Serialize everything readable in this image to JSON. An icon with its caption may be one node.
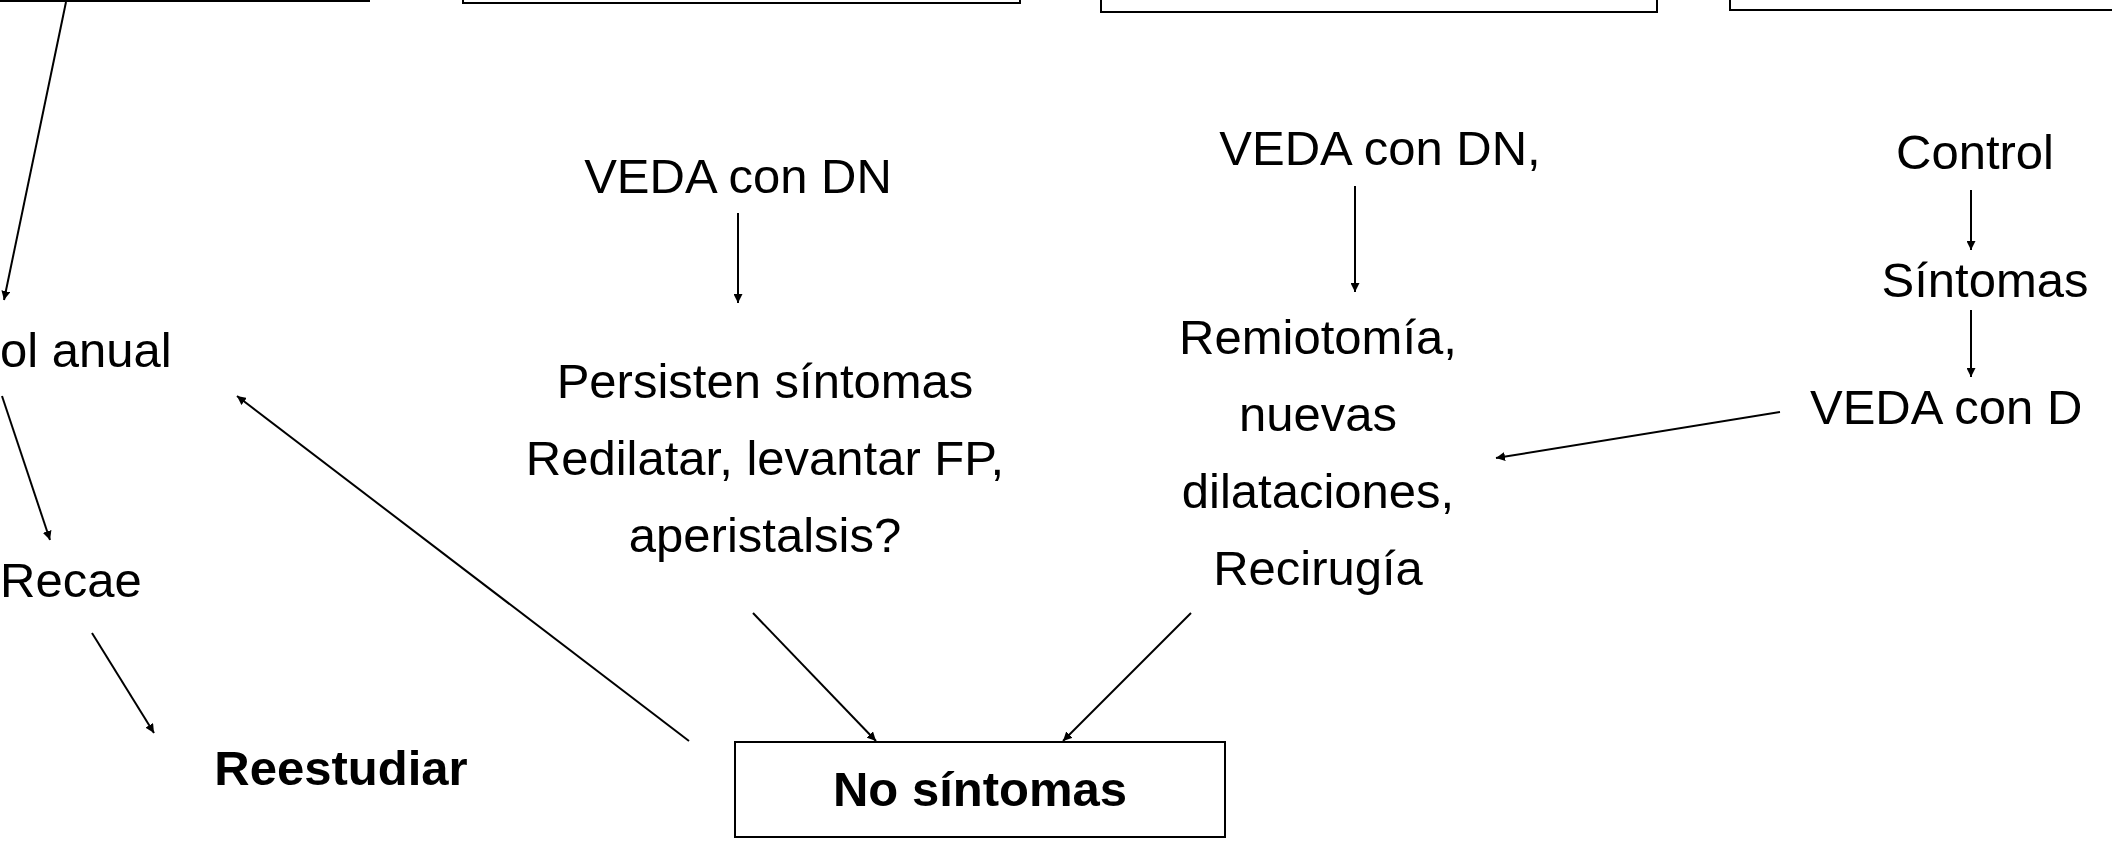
{
  "diagram": {
    "nodes": [
      {
        "text": [],
        "shape": "box"
      },
      {
        "text": [],
        "shape": "box"
      },
      {
        "text": [],
        "shape": "box"
      },
      {
        "text": [],
        "shape": "box"
      },
      {
        "text": [
          "ol anual"
        ]
      },
      {
        "text": [
          "Recae"
        ]
      },
      {
        "text": [
          "Reestudiar"
        ]
      },
      {
        "text": [
          "VEDA con DN"
        ]
      },
      {
        "text": [
          "Persisten síntomas",
          "Redilatar, levantar FP, aperistalsis?"
        ]
      },
      {
        "text": [
          "VEDA con DN,"
        ]
      },
      {
        "text": [
          "Remiotomía, nuevas dilataciones, Recirugía"
        ]
      },
      {
        "text": [
          "Control"
        ]
      },
      {
        "text": [
          "Síntomas"
        ]
      },
      {
        "text": [
          "VEDA con D"
        ]
      },
      {
        "text": [
          "No síntomas"
        ]
      }
    ],
    "edges": [
      {
        "from": 0,
        "to": 4,
        "arrow": "to"
      },
      {
        "from": 4,
        "to": 5,
        "arrow": "to"
      },
      {
        "from": 5,
        "to": 6,
        "arrow": "to"
      },
      {
        "from": 14,
        "to": 4,
        "arrow": "to"
      },
      {
        "from": 7,
        "to": 8,
        "arrow": "to"
      },
      {
        "from": 8,
        "to": 14,
        "arrow": "to"
      },
      {
        "from": 10,
        "to": 14,
        "arrow": "to"
      },
      {
        "from": 9,
        "to": 10,
        "arrow": "to"
      },
      {
        "from": 11,
        "to": 12,
        "arrow": "to"
      },
      {
        "from": 12,
        "to": 13,
        "arrow": "to"
      },
      {
        "from": 13,
        "to": 10,
        "arrow": "to"
      }
    ]
  }
}
